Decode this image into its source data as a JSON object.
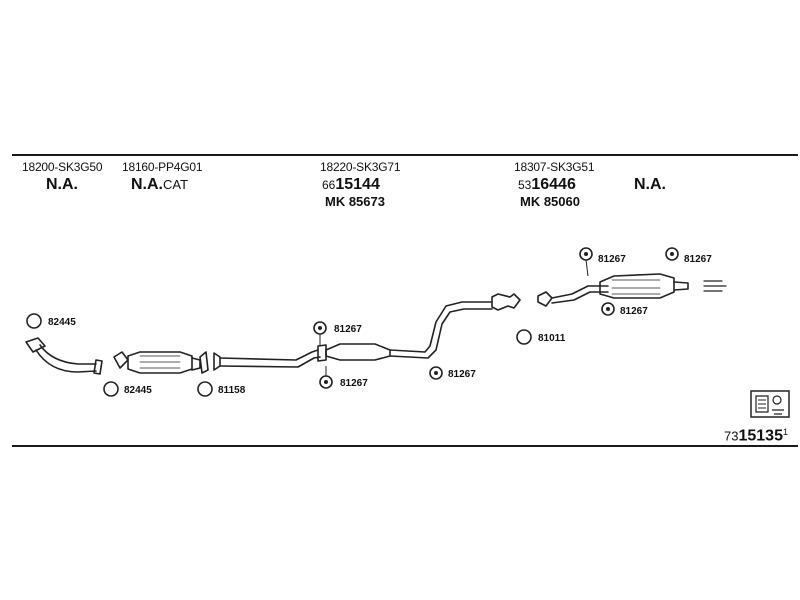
{
  "header": {
    "cols": [
      {
        "part": "18200-SK3G50",
        "line1": "N.A.",
        "line1_extra": "",
        "line2": ""
      },
      {
        "part": "18160-PP4G01",
        "line1": "N.A.",
        "line1_extra": "CAT",
        "line2": ""
      },
      {
        "part": "18220-SK3G71",
        "line1_prefix": "66",
        "line1_main": "15144",
        "line2": "MK 85673"
      },
      {
        "part": "18307-SK3G51",
        "line1_prefix": "53",
        "line1_main": "16446",
        "line2": "MK 85060"
      },
      {
        "part": "",
        "line1": "N.A.",
        "line2": ""
      }
    ]
  },
  "callouts": [
    {
      "id": "c1",
      "label": "82445"
    },
    {
      "id": "c2",
      "label": "82445"
    },
    {
      "id": "c3",
      "label": "81158"
    },
    {
      "id": "c4",
      "label": "81267"
    },
    {
      "id": "c5",
      "label": "81267"
    },
    {
      "id": "c6",
      "label": "81267"
    },
    {
      "id": "c7",
      "label": "81011"
    },
    {
      "id": "c8",
      "label": "81267"
    },
    {
      "id": "c9",
      "label": "81267"
    },
    {
      "id": "c10",
      "label": "81267"
    }
  ],
  "footer": {
    "prefix": "73",
    "main": "15135",
    "suffix": "1"
  },
  "icons": [
    "book-icon"
  ]
}
